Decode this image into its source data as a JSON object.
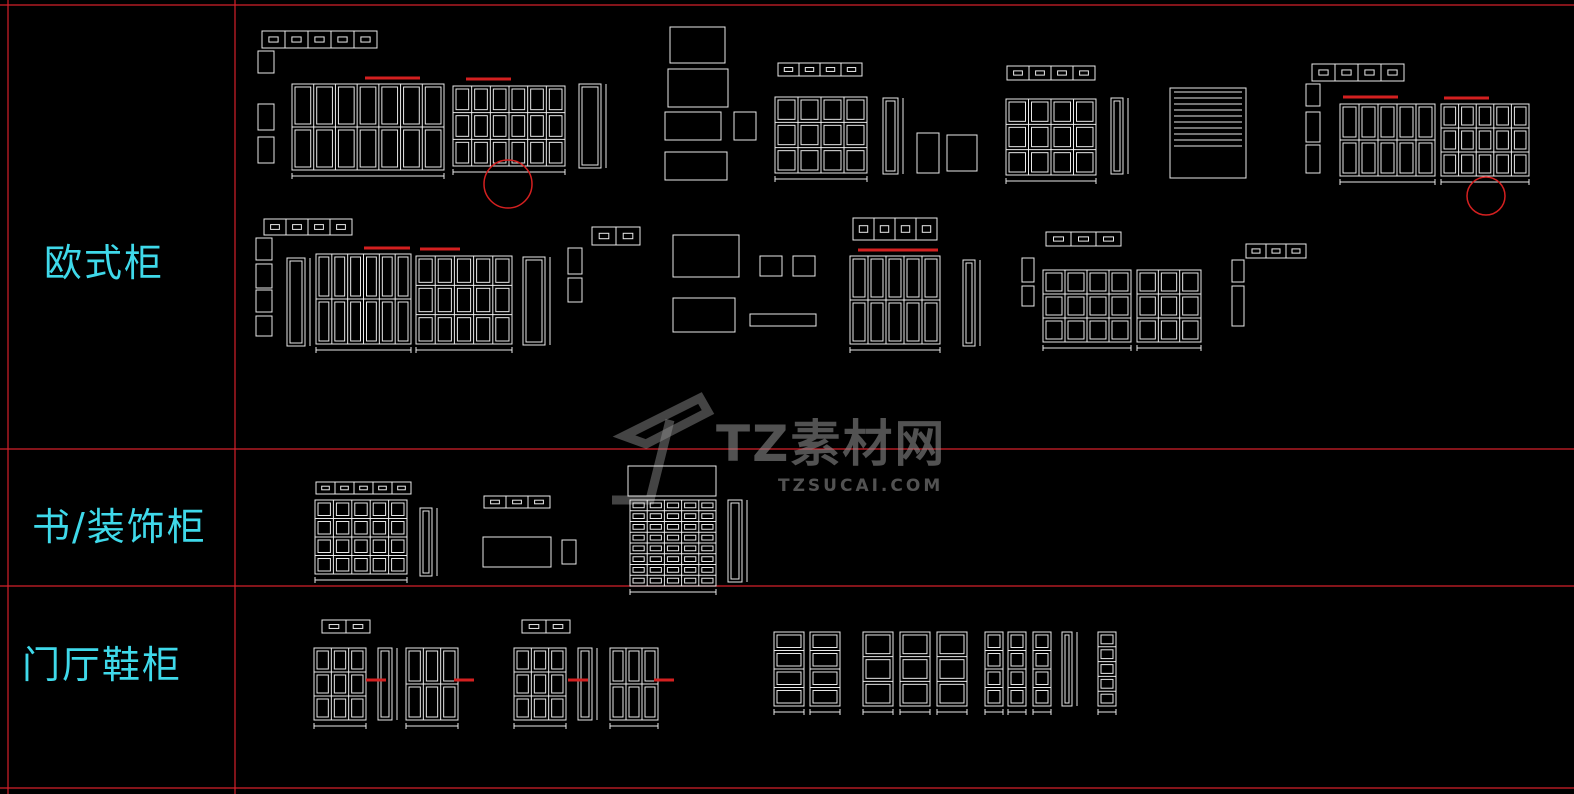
{
  "sections": [
    {
      "label": "欧式柜"
    },
    {
      "label": "书/装饰柜"
    },
    {
      "label": "门厅鞋柜"
    }
  ],
  "watermark": {
    "title": "TZ素材网",
    "subtitle": "TZSUCAI.COM"
  },
  "colors": {
    "background": "#000000",
    "grid_line": "#d4202a",
    "label": "#3fd9ea",
    "drawing": "#e8e8e8",
    "highlight": "#d42020"
  }
}
